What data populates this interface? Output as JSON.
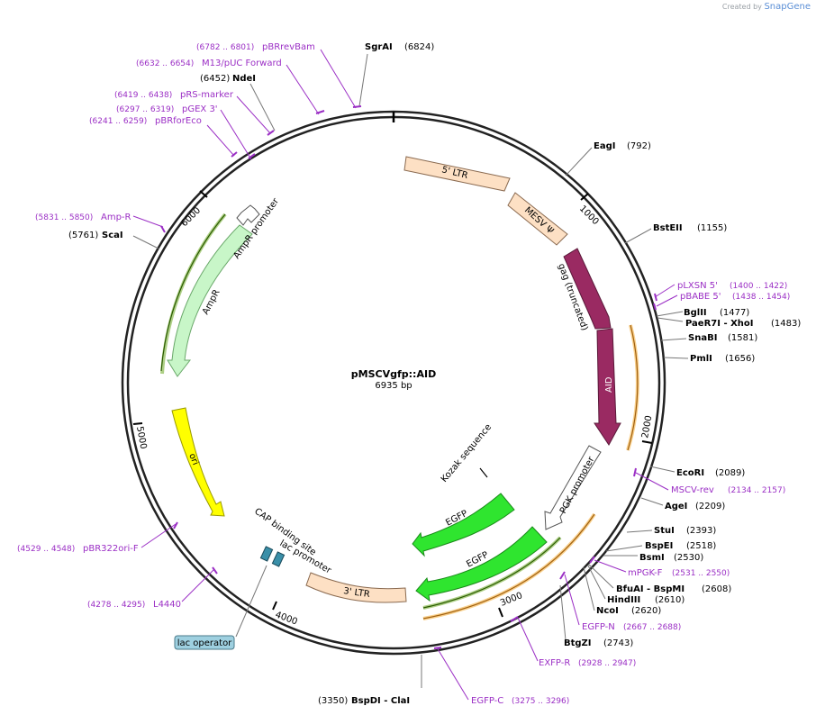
{
  "watermark": {
    "prefix": "Created by",
    "brand": "SnapGene"
  },
  "plasmid": {
    "name": "pMSCVgfp::AID",
    "size": "6935 bp"
  },
  "ticks": [
    "1000",
    "2000",
    "3000",
    "4000",
    "5000",
    "6000"
  ],
  "colors": {
    "primer": "#9b2fc5",
    "ltr": "#fde0c4",
    "gag": "#9a2a62",
    "egfp": "#2fe52f",
    "ampR": "#c8f6c8",
    "ori": "#ffff00",
    "orange_feature": "#f5b040",
    "green_feature": "#6aa820",
    "lac_operator": "#9ed0e0"
  },
  "enzymes": [
    {
      "name": "SgrAI",
      "pos": "(6824)"
    },
    {
      "name": "NdeI",
      "pos": "(6452)"
    },
    {
      "name": "ScaI",
      "pos": "(5761)"
    },
    {
      "name": "EagI",
      "pos": "(792)"
    },
    {
      "name": "BstEII",
      "pos": "(1155)"
    },
    {
      "name": "BglII",
      "pos": "(1477)"
    },
    {
      "name": "PaeR7I - XhoI",
      "pos": "(1483)"
    },
    {
      "name": "SnaBI",
      "pos": "(1581)"
    },
    {
      "name": "PmlI",
      "pos": "(1656)"
    },
    {
      "name": "EcoRI",
      "pos": "(2089)"
    },
    {
      "name": "AgeI",
      "pos": "(2209)"
    },
    {
      "name": "StuI",
      "pos": "(2393)"
    },
    {
      "name": "BspEI",
      "pos": "(2518)"
    },
    {
      "name": "BsmI",
      "pos": "(2530)"
    },
    {
      "name": "BfuAI - BspMI",
      "pos": "(2608)"
    },
    {
      "name": "HindIII",
      "pos": "(2610)"
    },
    {
      "name": "NcoI",
      "pos": "(2620)"
    },
    {
      "name": "BtgZI",
      "pos": "(2743)"
    },
    {
      "name": "BspDI - ClaI",
      "pos": "(3350)"
    }
  ],
  "primers": [
    {
      "name": "pBRrevBam",
      "pos": "(6782 .. 6801)"
    },
    {
      "name": "M13/pUC Forward",
      "pos": "(6632 .. 6654)"
    },
    {
      "name": "pRS-marker",
      "pos": "(6419 .. 6438)"
    },
    {
      "name": "pGEX 3'",
      "pos": "(6297 .. 6319)"
    },
    {
      "name": "pBRforEco",
      "pos": "(6241 .. 6259)"
    },
    {
      "name": "Amp-R",
      "pos": "(5831 .. 5850)"
    },
    {
      "name": "pLXSN 5'",
      "pos": "(1400 .. 1422)"
    },
    {
      "name": "pBABE 5'",
      "pos": "(1438 .. 1454)"
    },
    {
      "name": "MSCV-rev",
      "pos": "(2134 .. 2157)"
    },
    {
      "name": "mPGK-F",
      "pos": "(2531 .. 2550)"
    },
    {
      "name": "EGFP-N",
      "pos": "(2667 .. 2688)"
    },
    {
      "name": "EXFP-R",
      "pos": "(2928 .. 2947)"
    },
    {
      "name": "EGFP-C",
      "pos": "(3275 .. 3296)"
    },
    {
      "name": "pBR322ori-F",
      "pos": "(4529 .. 4548)"
    },
    {
      "name": "L4440",
      "pos": "(4278 .. 4295)"
    }
  ],
  "features": [
    {
      "name": "5' LTR"
    },
    {
      "name": "MESV Ψ"
    },
    {
      "name": "gag (truncated)"
    },
    {
      "name": "AID"
    },
    {
      "name": "PGK promoter"
    },
    {
      "name": "EGFP"
    },
    {
      "name": "EGFP"
    },
    {
      "name": "3' LTR"
    },
    {
      "name": "Kozak sequence"
    },
    {
      "name": "CAP binding site"
    },
    {
      "name": "lac promoter"
    },
    {
      "name": "lac operator"
    },
    {
      "name": "ori"
    },
    {
      "name": "AmpR"
    },
    {
      "name": "AmpR promoter"
    }
  ]
}
